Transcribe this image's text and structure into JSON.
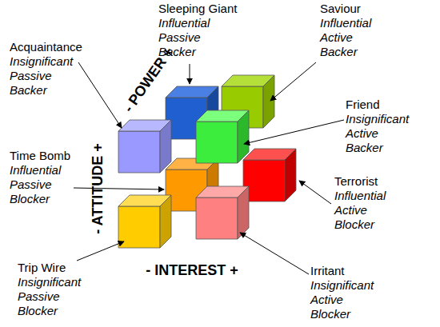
{
  "diagram": {
    "nodes": [
      {
        "text": [
          "Sleeping Giant",
          "Influential Passive Backer"
        ]
      },
      {
        "text": [
          "Saviour",
          "Influential Active Backer"
        ]
      },
      {
        "text": [
          "Acquaintance",
          "Insignificant Passive Backer"
        ]
      },
      {
        "text": [
          "Friend",
          "Insignificant Active Backer"
        ]
      },
      {
        "text": [
          "Time Bomb",
          "Influential Passive Blocker"
        ]
      },
      {
        "text": [
          "Terrorist",
          "Influential Active Blocker"
        ]
      },
      {
        "text": [
          "Trip Wire",
          "Insignificant Passive Blocker"
        ]
      },
      {
        "text": [
          "Irritant",
          "Insignificant Active Blocker"
        ]
      }
    ],
    "labels": [
      "- POWER +",
      "- ATTITUDE +",
      "- INTEREST +"
    ]
  }
}
